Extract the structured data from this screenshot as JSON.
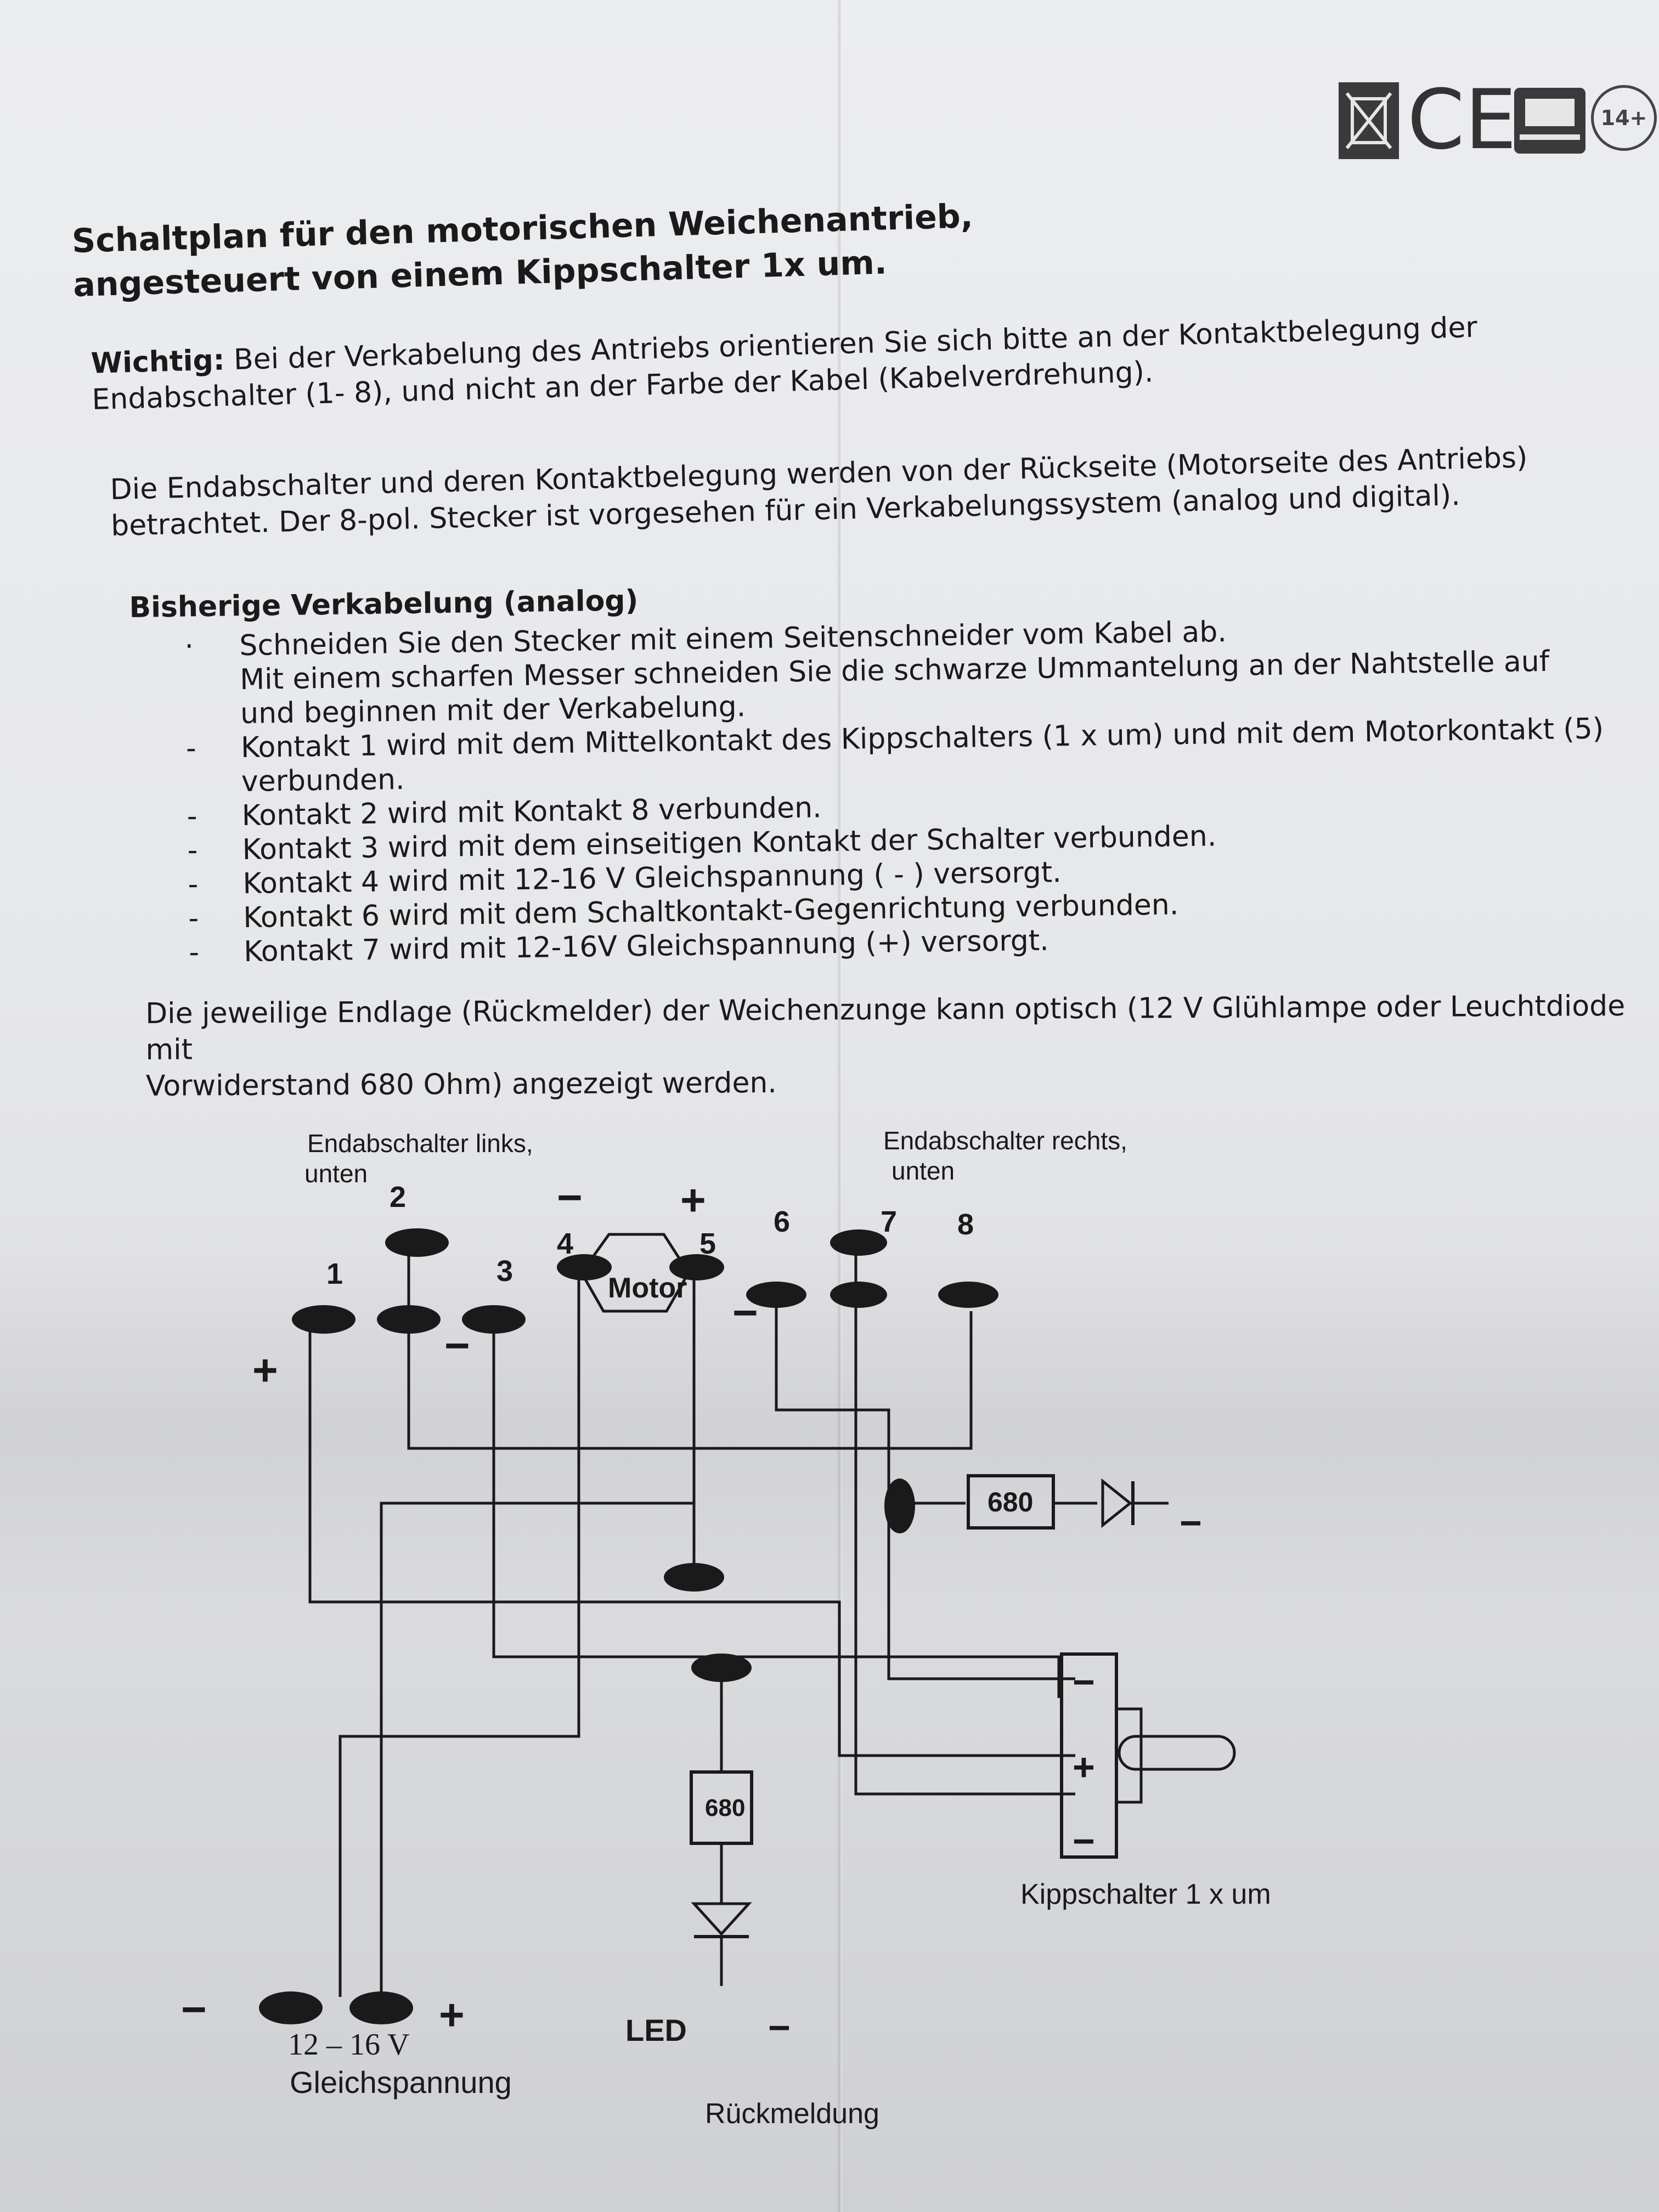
{
  "header_marks": {
    "weee_icon": "crossed-bin-icon",
    "ce_mark": "CE",
    "train_icon": "train-icon",
    "age_badge": "14+"
  },
  "title": {
    "line1": "Schaltplan für den  motorischen Weichenantrieb,",
    "line2": "angesteuert von einem Kippschalter 1x um."
  },
  "notice": {
    "label": "Wichtig:",
    "line1": " Bei der Verkabelung des Antriebs orientieren Sie sich bitte an der Kontaktbelegung der",
    "line2": "Endabschalter (1- 8), und nicht an der Farbe der Kabel (Kabelverdrehung)."
  },
  "intro": {
    "line1": "Die Endabschalter und deren Kontaktbelegung werden von der Rückseite (Motorseite des Antriebs)",
    "line2": "betrachtet. Der 8-pol. Stecker ist vorgesehen für ein Verkabelungssystem (analog und digital)."
  },
  "section": {
    "heading": "Bisherige Verkabelung  (analog)",
    "bullet_first": "·",
    "bullet": "-",
    "items": [
      {
        "line1": "Schneiden Sie den Stecker mit einem Seitenschneider vom Kabel ab.",
        "line2": "Mit einem scharfen Messer schneiden Sie die schwarze Ummantelung an der Nahtstelle auf",
        "line3": "und beginnen mit der Verkabelung."
      },
      {
        "line1": "Kontakt 1 wird mit dem Mittelkontakt des Kippschalters (1 x um) und mit dem Motorkontakt (5)",
        "line2": "verbunden."
      },
      {
        "line1": "Kontakt 2 wird mit Kontakt 8 verbunden."
      },
      {
        "line1": "Kontakt 3 wird mit dem einseitigen Kontakt der Schalter verbunden."
      },
      {
        "line1": "Kontakt 4 wird  mit 12-16 V Gleichspannung ( - ) versorgt."
      },
      {
        "line1": "Kontakt 6 wird mit dem Schaltkontakt-Gegenrichtung verbunden."
      },
      {
        "line1": "Kontakt 7 wird  mit 12-16V Gleichspannung (+) versorgt."
      }
    ]
  },
  "footer_text": {
    "line1": "Die jeweilige Endlage (Rückmelder) der Weichenzunge kann optisch (12 V Glühlampe oder Leuchtdiode mit",
    "line2": "Vorwiderstand 680 Ohm) angezeigt werden."
  },
  "diagram": {
    "label_left": "Endabschalter links,",
    "label_left2": "unten",
    "label_right": "Endabschalter rechts,",
    "label_right2": "unten",
    "pins": [
      "1",
      "2",
      "3",
      "4",
      "5",
      "6",
      "7",
      "8"
    ],
    "minus": "−",
    "plus": "+",
    "motor": "Motor",
    "resistor": "680",
    "switch_label": "Kippschalter 1 x um",
    "supply_voltage": "12 – 16 V",
    "supply_label": "Gleichspannung",
    "led": "LED",
    "feedback": "Rückmeldung"
  }
}
